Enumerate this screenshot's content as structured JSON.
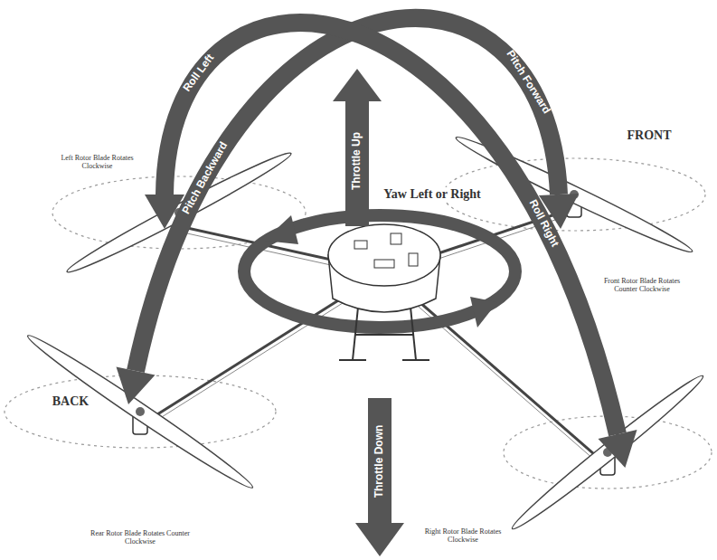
{
  "diagram": {
    "labels": [
      "Roll Left",
      "Pitch Forward",
      "Pitch Backward",
      "Roll Right",
      "Throttle Up",
      "Yaw Left or Right",
      "FRONT",
      "Left Rotor Blade Rotates Clockwise",
      "Front Rotor Blade Rotates Counter Clockwise",
      "BACK",
      "Rear Rotor Blade Rotates Counter Clockwise",
      "Right Rotor Blade Rotates Clockwise",
      "Throttle Down"
    ]
  }
}
